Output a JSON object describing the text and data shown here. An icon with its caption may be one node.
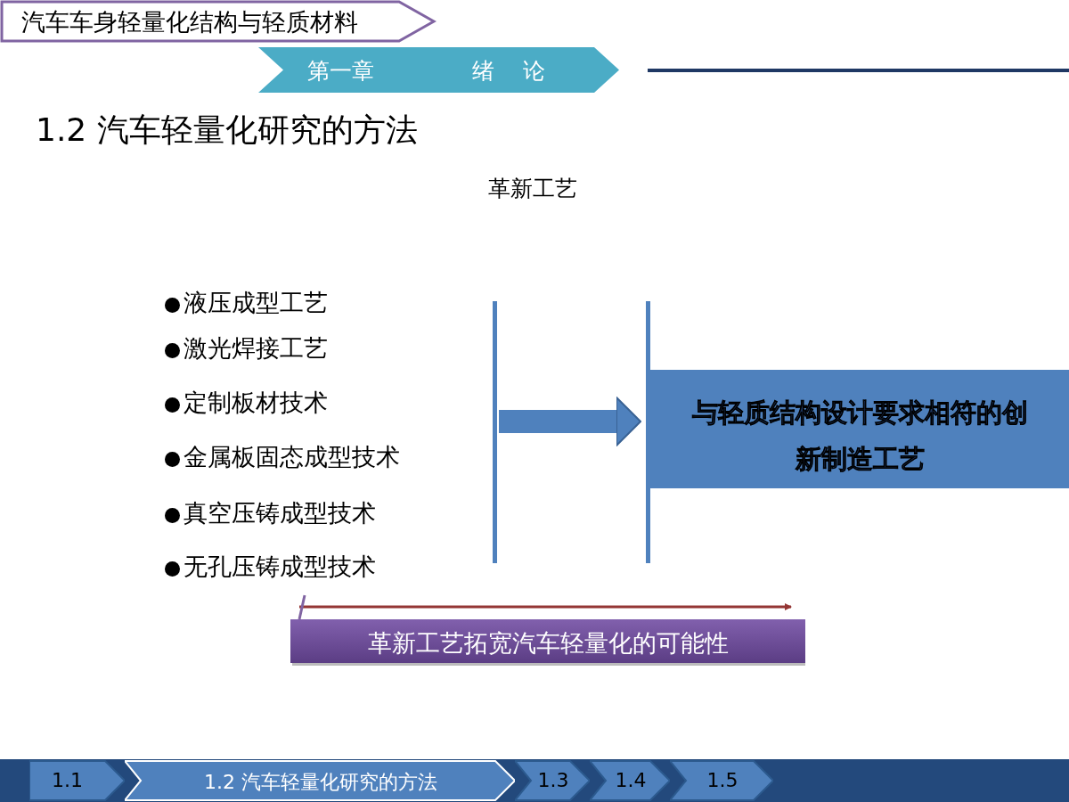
{
  "diagram": {
    "title": "1.2 汽车轻量化研究的方法",
    "nodes": [
      {
        "text": [
          "汽车车身轻量化结构与轻质材料"
        ]
      },
      {
        "text": [
          "第一章",
          "绪 论"
        ]
      },
      {
        "text": [
          "液压成型工艺",
          "激光焊接工艺",
          "定制板材技术",
          "金属板固态成型技术",
          "真空压铸成型技术",
          "无孔压铸成型技术"
        ]
      },
      {
        "text": [
          "与轻质结构设计要求相符的创新制造工艺"
        ]
      },
      {
        "text": [
          "革新工艺拓宽汽车轻量化的可能性"
        ]
      },
      {
        "text": [
          "1.1"
        ]
      },
      {
        "text": [
          "1.2 汽车轻量化研究的方法"
        ]
      },
      {
        "text": [
          "1.3"
        ]
      },
      {
        "text": [
          "1.4"
        ]
      },
      {
        "text": [
          "1.5"
        ]
      }
    ],
    "edges": [
      {
        "from": 2,
        "to": 3,
        "arrow": "to"
      }
    ],
    "labels": [
      "革新工艺"
    ]
  }
}
